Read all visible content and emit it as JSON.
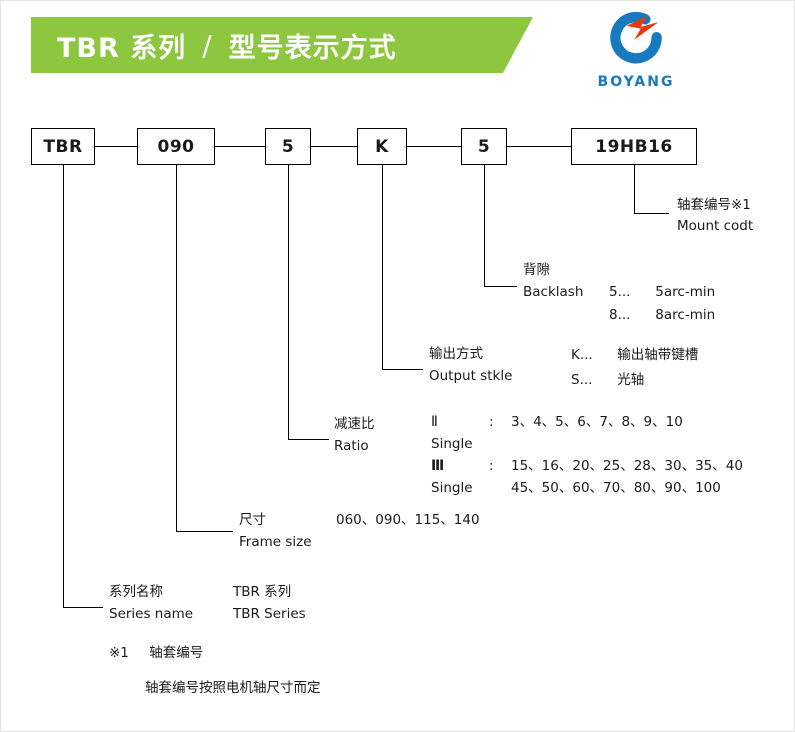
{
  "header": {
    "title": "TBR 系列",
    "slash": "/",
    "subtitle": "型号表示方式",
    "banner_color": "#8dc63f"
  },
  "logo": {
    "name": "BOYANG",
    "blue": "#1879bf",
    "red": "#e8380d"
  },
  "code": {
    "segments": [
      "TBR",
      "090",
      "5",
      "K",
      "5",
      "19HB16"
    ]
  },
  "mount": {
    "zh": "轴套编号※1",
    "en": "Mount codt"
  },
  "backlash": {
    "zh": "背隙",
    "en": "Backlash",
    "options": [
      {
        "key": "5...",
        "value": "5arc-min"
      },
      {
        "key": "8...",
        "value": "8arc-min"
      }
    ]
  },
  "output": {
    "zh": "输出方式",
    "en": "Output stkle",
    "options": [
      {
        "key": "K...",
        "value": "输出轴带键槽"
      },
      {
        "key": "S...",
        "value": "光轴"
      }
    ]
  },
  "ratio": {
    "zh": "减速比",
    "en": "Ratio",
    "rows": [
      {
        "numeral": "Ⅱ",
        "colon": ":",
        "values": "3、4、5、6、7、8、9、10",
        "label": "Single"
      },
      {
        "numeral": "Ⅲ",
        "colon": ":",
        "values": "15、16、20、25、28、30、35、40",
        "label": "Single",
        "values2": "45、50、60、70、80、90、100"
      }
    ]
  },
  "frame": {
    "zh": "尺寸",
    "en": "Frame size",
    "values": "060、090、115、140"
  },
  "series": {
    "zh": "系列名称",
    "en": "Series name",
    "value_zh": "TBR 系列",
    "value_en": "TBR Series"
  },
  "footnote": {
    "mark": "※1",
    "label": "轴套编号",
    "note": "轴套编号按照电机轴尺寸而定"
  }
}
